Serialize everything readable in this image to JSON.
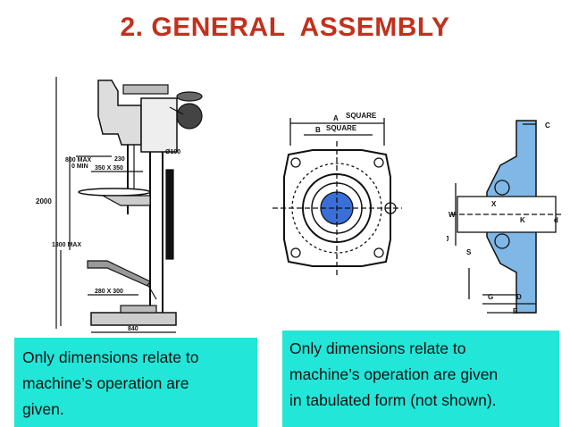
{
  "title": "2. GENERAL  ASSEMBLY",
  "drill_press": {
    "dims": {
      "height_total": "2000",
      "table_range": "800 MAX\n0 MIN",
      "table_range_max": "800 MAX",
      "table_range_min": "0 MIN",
      "arm": "230",
      "column_dia": "Ø100",
      "table_size": "350 X 350",
      "spindle_height": "1300 MAX",
      "base_size": "280 X 300",
      "base_width": "840"
    }
  },
  "flange_unit": {
    "labels": {
      "square_a_letter": "A",
      "square_a_text": "SQUARE",
      "square_b_letter": "B",
      "square_b_text": "SQUARE",
      "c": "C",
      "x": "X",
      "w": "W",
      "k": "K",
      "d1": "d",
      "j": "J",
      "s": "S",
      "g": "G",
      "d": "D",
      "e": "E"
    }
  },
  "notes": {
    "left": [
      "Only dimensions relate to",
      "machine’s operation are",
      "given."
    ],
    "right": [
      "Only dimensions relate to",
      "machine’s operation are given",
      "in tabulated form (not shown)."
    ]
  },
  "colors": {
    "title": "#c0321e",
    "note_bg": "#22e6d8",
    "shaft_hatch": "#3a6fd8",
    "housing_fill": "#7fb7e6"
  }
}
